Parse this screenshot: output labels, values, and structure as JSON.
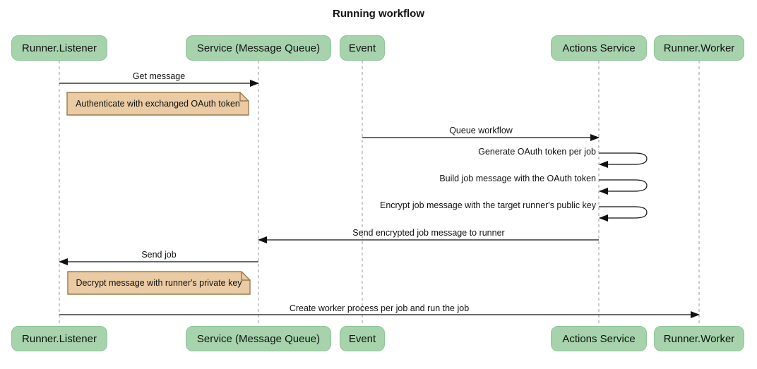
{
  "title": "Running workflow",
  "diagram_type": "sequence-diagram",
  "participants": [
    {
      "label": "Runner.Listener"
    },
    {
      "label": "Service (Message Queue)"
    },
    {
      "label": "Event"
    },
    {
      "label": "Actions Service"
    },
    {
      "label": "Runner.Worker"
    }
  ],
  "messages": [
    {
      "text": "Get message",
      "from": "Runner.Listener",
      "to": "Service (Message Queue)",
      "type": "arrow"
    },
    {
      "text": "Queue workflow",
      "from": "Event",
      "to": "Actions Service",
      "type": "arrow"
    },
    {
      "text": "Generate OAuth token per job",
      "from": "Actions Service",
      "to": "Actions Service",
      "type": "self-loop"
    },
    {
      "text": "Build job message with the OAuth token",
      "from": "Actions Service",
      "to": "Actions Service",
      "type": "self-loop"
    },
    {
      "text": "Encrypt job message with the target runner's public key",
      "from": "Actions Service",
      "to": "Actions Service",
      "type": "self-loop"
    },
    {
      "text": "Send encrypted job message to runner",
      "from": "Actions Service",
      "to": "Service (Message Queue)",
      "type": "arrow"
    },
    {
      "text": "Send job",
      "from": "Service (Message Queue)",
      "to": "Runner.Listener",
      "type": "arrow"
    },
    {
      "text": "Create worker process per job and run the job",
      "from": "Runner.Listener",
      "to": "Runner.Worker",
      "type": "arrow"
    }
  ],
  "notes": [
    {
      "text": "Authenticate with exchanged OAuth token",
      "position": "right of Runner.Listener"
    },
    {
      "text": "Decrypt message with runner's private key",
      "position": "right of Runner.Listener"
    }
  ],
  "colors": {
    "actor_fill": "#a6d3ac",
    "actor_border": "#8fc39a",
    "note_fill": "#eacba3",
    "note_border": "#9a7b4f",
    "lifeline": "#999999",
    "text": "#111111",
    "bg": "#ffffff"
  }
}
